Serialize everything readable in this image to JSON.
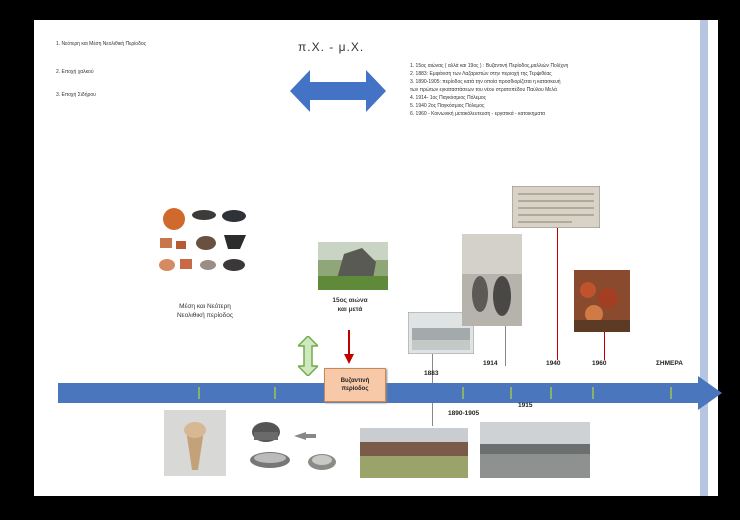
{
  "top_left_list": [
    "1.   Νεότερη και Μέση Νεολιθική Περίοδος",
    "2.  Εποχή χαλκού",
    "3.  Εποχή Σιδήρου"
  ],
  "era_label": "π.Χ. - μ.Χ.",
  "right_list": [
    "1.   15ος αιώνας ( αλλά και 19ος ) : Βυζαντινή Περίοδος,μαλλιών Πολίχνη",
    "2.   1883: Εμφάνιση των Λαζαριστών στην περιοχή της Τερψιθέας",
    "3.   1890-1905: περίοδος κατά την οποία προσδιορίζεται η κατασκευή",
    "      των πρώτων εγκαταστάσεων του νέου στρατοπέδου Παύλου Μελά",
    "4.   1914- 1ος Παγκόσμιος Πόλεμος",
    "5.   1940 2ος Παγκόσμιος Πόλεμος",
    "6.   1960 - Κοινωνική μετακόλευτευση - εργατικά - κατοικηματα"
  ],
  "neolithic_caption": "Μέση και Νεότερη\nΝεολιθική περίοδος",
  "century_caption": "15ος αιώνα\nκαι μετά",
  "byzantine_label": "Βυζαντινή\nπερίοδος",
  "years_above": [
    "1883",
    "1914",
    "1940",
    "1960",
    "ΣΗΜΕΡΑ"
  ],
  "years_below": [
    "1890-1905",
    "1915"
  ],
  "colors": {
    "arrow_blue": "#4472c4",
    "timeline_blue": "#4a76bd",
    "byzantine_box": "#f8c9a8",
    "green_arrow": "#70ad47",
    "red_marker": "#c00000"
  }
}
